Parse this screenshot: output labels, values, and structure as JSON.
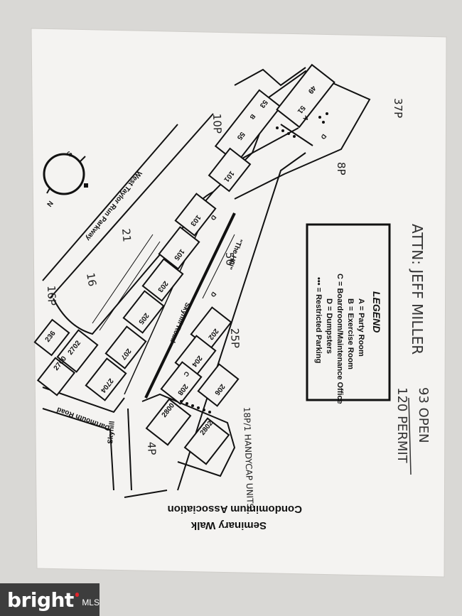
{
  "document": {
    "title": "Seminary Walk Condominium Association",
    "title_line1": "Seminary Walk",
    "title_line2": "Condominium Association"
  },
  "legend": {
    "heading": "LEGEND",
    "items": [
      "A = Party Room",
      "B = Exercise Room",
      "C = Boardroom/Maintenance Office",
      "D = Dumpsters",
      "••• = Restricted Parking"
    ]
  },
  "handwriting": {
    "attn": "ATTN: JEFF MILLER",
    "open": "93 OPEN",
    "permit": "120 PERMIT",
    "parking_labels": [
      "37P",
      "10P",
      "8P",
      "21",
      "56",
      "16",
      "16P",
      "25P",
      "18P/1 HANDYCAP UNITS)",
      "4P"
    ]
  },
  "map": {
    "streets": [
      "West Taylor Run Parkway",
      "Skyhill Road",
      "Dartmouth Road",
      "Skyhill"
    ],
    "area_label": "\"The Hill\"",
    "buildings": [
      "49",
      "51",
      "53",
      "55",
      "101",
      "103",
      "105",
      "203",
      "205",
      "207",
      "2704",
      "2700",
      "2702",
      "236",
      "202",
      "204",
      "206",
      "208",
      "2800",
      "2802"
    ],
    "building_letters": [
      "A",
      "B",
      "C",
      "D",
      "D",
      "D"
    ],
    "compass": [
      "S",
      "N"
    ]
  },
  "branding": {
    "logo_text": "bright",
    "logo_suffix": "MLS"
  }
}
